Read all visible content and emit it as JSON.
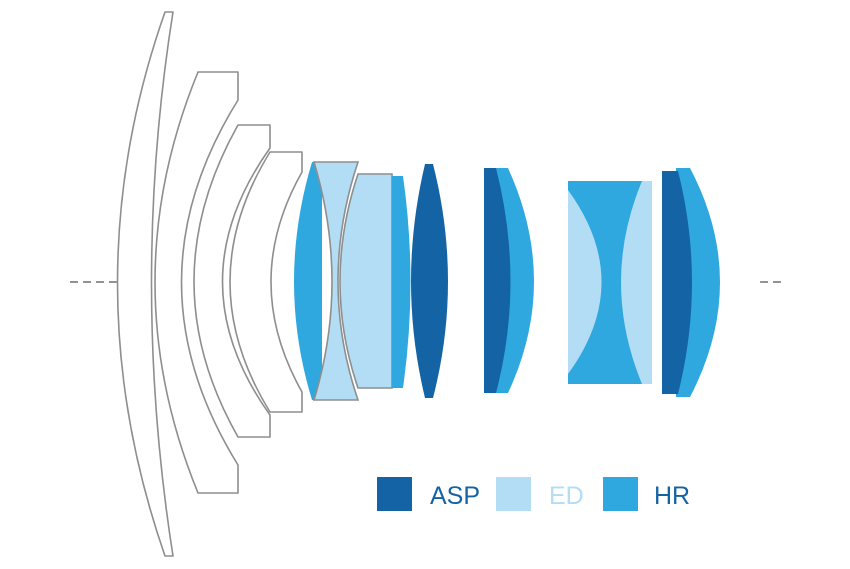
{
  "colors": {
    "asp": "#1464a5",
    "ed": "#b3ddf4",
    "hr": "#2fa8e0",
    "outline": "#8e8e8e",
    "axis": "#6f6f6f"
  },
  "legend": [
    {
      "key": "asp",
      "label": "ASP",
      "color": "#1464a5"
    },
    {
      "key": "ed",
      "label": "ED",
      "color": "#b3ddf4"
    },
    {
      "key": "hr",
      "label": "HR",
      "color": "#2fa8e0"
    }
  ]
}
